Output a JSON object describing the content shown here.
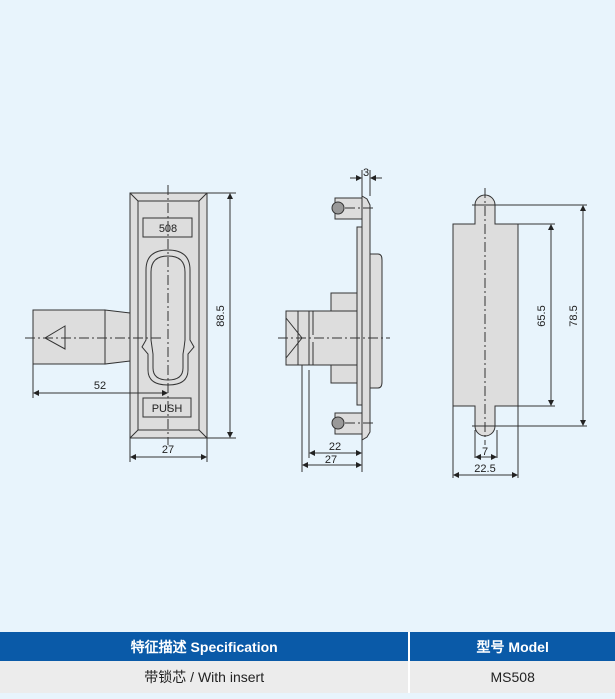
{
  "drawing": {
    "front_view": {
      "label_top": "508",
      "label_bottom": "PUSH",
      "dim_width": "27",
      "dim_height": "88.5",
      "dim_shaft": "52"
    },
    "side_view": {
      "dim_plate": "3",
      "dim_22": "22",
      "dim_27": "27"
    },
    "back_view": {
      "dim_inner": "65.5",
      "dim_outer": "78.5",
      "dim_tab": "7",
      "dim_width": "22.5"
    }
  },
  "table": {
    "headers": [
      "特征描述 Specification",
      "型号 Model"
    ],
    "rows": [
      [
        "带锁芯 / With insert",
        "MS508"
      ]
    ]
  }
}
